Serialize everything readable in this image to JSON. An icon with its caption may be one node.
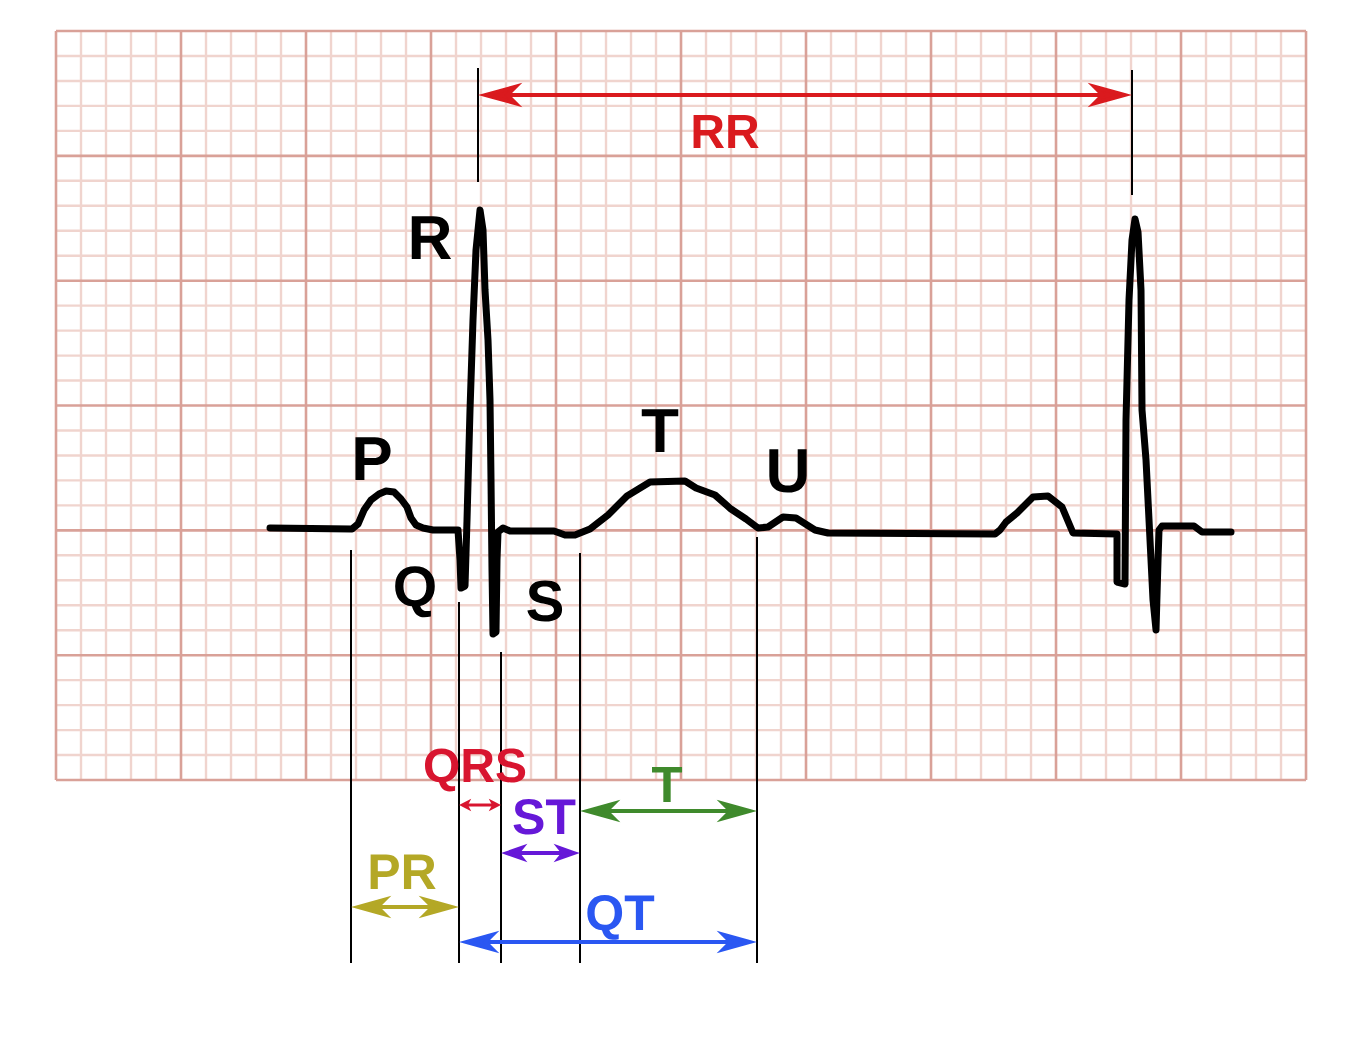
{
  "diagram": {
    "labels": [
      "RR",
      "R",
      "P",
      "T",
      "U",
      "Q",
      "S",
      "QRS",
      "T",
      "ST",
      "PR",
      "QT"
    ]
  }
}
